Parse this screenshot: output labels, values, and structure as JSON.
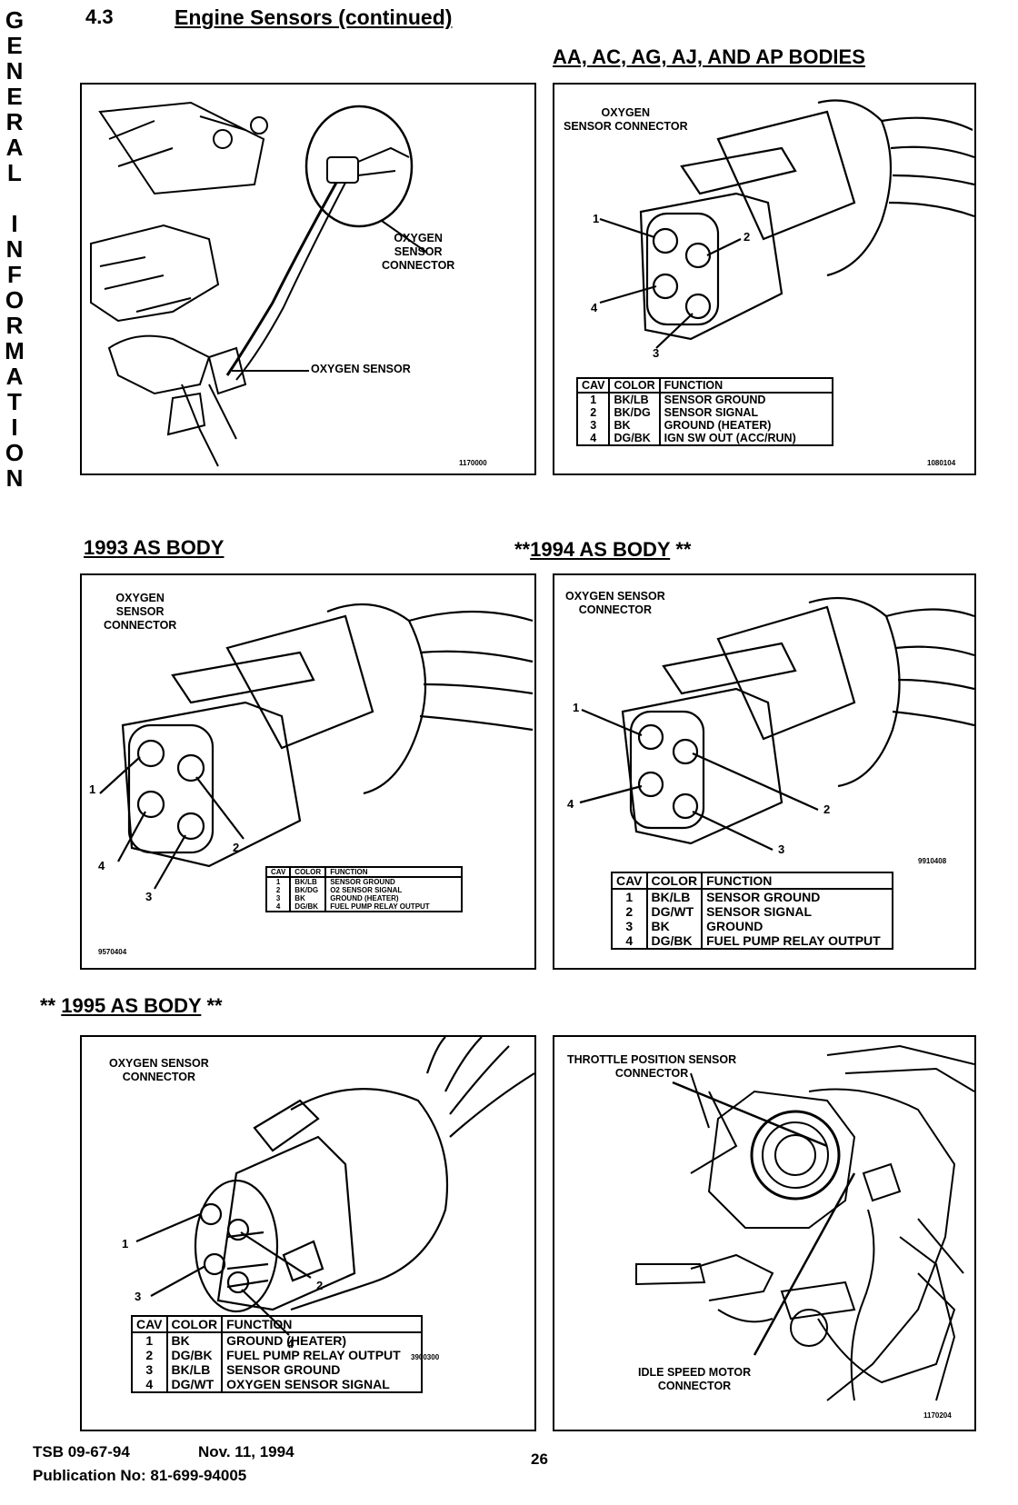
{
  "side_title": [
    "G",
    "E",
    "N",
    "E",
    "R",
    "A",
    "L",
    "",
    "I",
    "N",
    "F",
    "O",
    "R",
    "M",
    "A",
    "T",
    "I",
    "O",
    "N"
  ],
  "header": {
    "section_number": "4.3",
    "title": "Engine Sensors (continued)"
  },
  "sections": {
    "aa_bodies": "AA, AC, AG, AJ, AND AP BODIES",
    "as_1993": "1993 AS BODY",
    "as_1994": "1994 AS BODY",
    "as_1995": "1995 AS BODY",
    "stars": "**"
  },
  "panel_engine": {
    "label_connector": "OXYGEN\nSENSOR\nCONNECTOR",
    "label_sensor": "OXYGEN SENSOR",
    "code": "1170000"
  },
  "panel_aa": {
    "label": "OXYGEN\nSENSOR CONNECTOR",
    "code": "1080104",
    "pins": [
      "1",
      "2",
      "3",
      "4"
    ],
    "table": {
      "headers": [
        "CAV",
        "COLOR",
        "FUNCTION"
      ],
      "rows": [
        [
          "1",
          "BK/LB",
          "SENSOR GROUND"
        ],
        [
          "2",
          "BK/DG",
          "SENSOR SIGNAL"
        ],
        [
          "3",
          "BK",
          "GROUND (HEATER)"
        ],
        [
          "4",
          "DG/BK",
          "IGN SW OUT (ACC/RUN)"
        ]
      ]
    }
  },
  "panel_1993": {
    "label": "OXYGEN\nSENSOR\nCONNECTOR",
    "code": "9570404",
    "pins": [
      "1",
      "2",
      "3",
      "4"
    ],
    "table": {
      "headers": [
        "CAV",
        "COLOR",
        "FUNCTION"
      ],
      "rows": [
        [
          "1",
          "BK/LB",
          "SENSOR GROUND"
        ],
        [
          "2",
          "BK/DG",
          "O2 SENSOR SIGNAL"
        ],
        [
          "3",
          "BK",
          "GROUND (HEATER)"
        ],
        [
          "4",
          "DG/BK",
          "FUEL PUMP RELAY OUTPUT"
        ]
      ]
    }
  },
  "panel_1994": {
    "label": "OXYGEN SENSOR\nCONNECTOR",
    "code": "9910408",
    "pins": [
      "1",
      "2",
      "3",
      "4"
    ],
    "table": {
      "headers": [
        "CAV",
        "COLOR",
        "FUNCTION"
      ],
      "rows": [
        [
          "1",
          "BK/LB",
          "SENSOR GROUND"
        ],
        [
          "2",
          "DG/WT",
          "SENSOR SIGNAL"
        ],
        [
          "3",
          "BK",
          "GROUND"
        ],
        [
          "4",
          "DG/BK",
          "FUEL PUMP RELAY OUTPUT"
        ]
      ]
    }
  },
  "panel_1995": {
    "label": "OXYGEN SENSOR\nCONNECTOR",
    "code": "3900300",
    "pins": [
      "1",
      "2",
      "3",
      "4"
    ],
    "table": {
      "headers": [
        "CAV",
        "COLOR",
        "FUNCTION"
      ],
      "rows": [
        [
          "1",
          "BK",
          "GROUND (HEATER)"
        ],
        [
          "2",
          "DG/BK",
          "FUEL PUMP RELAY OUTPUT"
        ],
        [
          "3",
          "BK/LB",
          "SENSOR GROUND"
        ],
        [
          "4",
          "DG/WT",
          "OXYGEN SENSOR SIGNAL"
        ]
      ]
    }
  },
  "panel_throttle": {
    "label_tps": "THROTTLE POSITION SENSOR\nCONNECTOR",
    "label_isc": "IDLE SPEED MOTOR\nCONNECTOR",
    "code": "1170204"
  },
  "footer": {
    "tsb": "TSB 09-67-94",
    "date": "Nov. 11, 1994",
    "publication": "Publication No: 81-699-94005",
    "page": "26"
  }
}
